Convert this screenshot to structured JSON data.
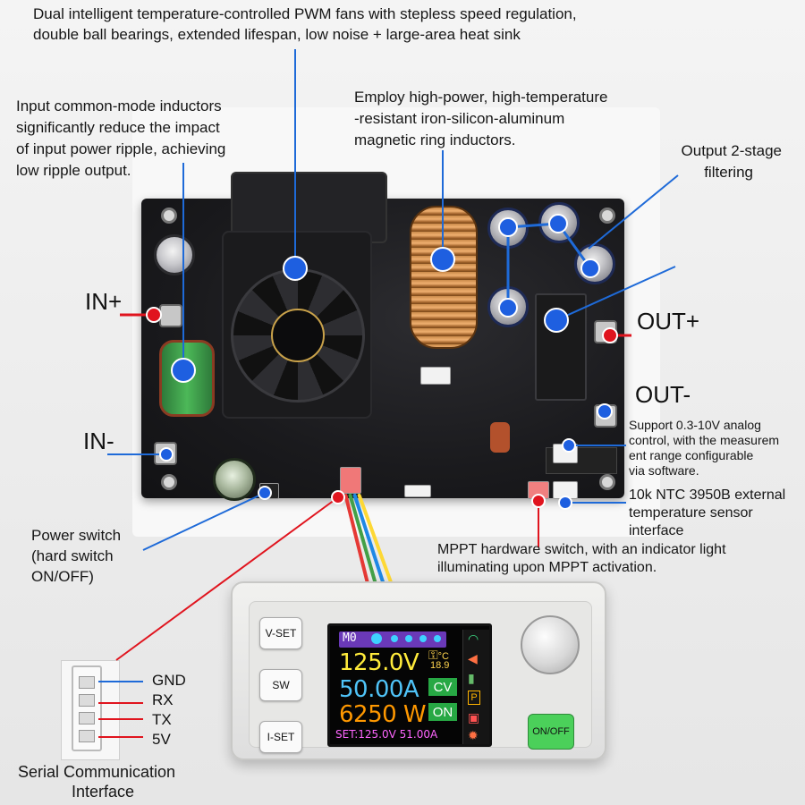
{
  "callouts": {
    "fans": "Dual intelligent temperature-controlled PWM fans with stepless speed regulation,",
    "fans_2": "double ball bearings, extended lifespan, low noise + large-area heat sink",
    "input_inductor_1": "Input common-mode inductors",
    "input_inductor_2": "significantly reduce the impact",
    "input_inductor_3": "of input power ripple, achieving",
    "input_inductor_4": "low ripple output.",
    "magnetic_1": "Employ high-power, high-temperature",
    "magnetic_2": "-resistant iron-silicon-aluminum",
    "magnetic_3": "magnetic ring inductors.",
    "filter_1": "Output 2-stage",
    "filter_2": "filtering",
    "analog_1": "Support 0.3-10V analog",
    "analog_2": "control, with the measurem",
    "analog_3": "ent range configurable",
    "analog_4": "via software.",
    "ntc_1": "10k NTC 3950B external",
    "ntc_2": "temperature sensor",
    "ntc_3": "interface",
    "mppt_1": "MPPT hardware switch, with an indicator light",
    "mppt_2": "illuminating upon MPPT activation.",
    "power_1": "Power switch",
    "power_2": "(hard switch",
    "power_3": "ON/OFF)",
    "serial_1": "Serial Communication",
    "serial_2": "Interface"
  },
  "terminals": {
    "in_plus": "IN+",
    "in_minus": "IN-",
    "out_plus": "OUT+",
    "out_minus": "OUT-"
  },
  "serial_pins": [
    "GND",
    "RX",
    "TX",
    "5V"
  ],
  "controller": {
    "buttons": {
      "vset": "V-SET",
      "sw": "SW",
      "iset": "I-SET",
      "onoff": "ON/OFF"
    },
    "lcd": {
      "mode": "M0",
      "voltage": "125.0V",
      "current": "50.00A",
      "power": "6250 W",
      "temperature": "18.9",
      "temp_unit": "°C",
      "cv": "CV",
      "output_state": "ON",
      "setpoint": "SET:125.0V 51.00A",
      "p_badge": "P"
    }
  },
  "colors": {
    "leader_blue": "#1e6ad8",
    "leader_red": "#e0141e",
    "lcd_voltage": "#ffeb3b",
    "lcd_current": "#4fc3f7",
    "lcd_power": "#ff9800",
    "lcd_set": "#ff66ff",
    "onoff_button": "#4bd05a"
  },
  "icons": [
    "wifi-icon",
    "speaker-icon",
    "battery-icon",
    "lock-icon",
    "sun-icon",
    "key-icon"
  ]
}
